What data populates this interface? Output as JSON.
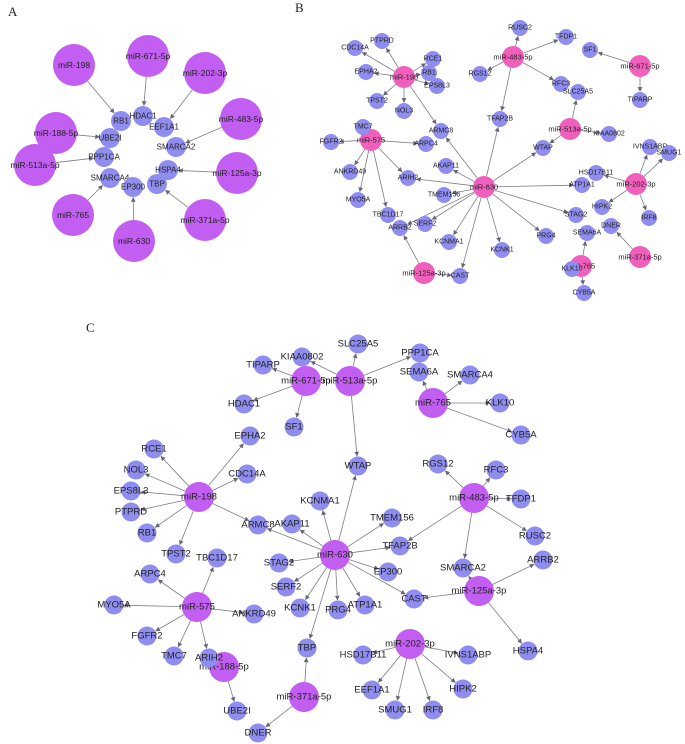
{
  "panels": [
    {
      "letter": "A",
      "nodes": [
        {
          "id": "miR-198",
          "kind": "mirna"
        },
        {
          "id": "miR-671-5p",
          "kind": "mirna"
        },
        {
          "id": "miR-202-3p",
          "kind": "mirna"
        },
        {
          "id": "miR-188-5p",
          "kind": "mirna"
        },
        {
          "id": "miR-483-5p",
          "kind": "mirna"
        },
        {
          "id": "miR-513a-5p",
          "kind": "mirna"
        },
        {
          "id": "miR-125a-3p",
          "kind": "mirna"
        },
        {
          "id": "miR-765",
          "kind": "mirna"
        },
        {
          "id": "miR-630",
          "kind": "mirna"
        },
        {
          "id": "miR-371a-5p",
          "kind": "mirna"
        },
        {
          "id": "RB1",
          "kind": "gene"
        },
        {
          "id": "HDAC1",
          "kind": "gene"
        },
        {
          "id": "EEF1A1",
          "kind": "gene"
        },
        {
          "id": "UBE2I",
          "kind": "gene"
        },
        {
          "id": "PPP1CA",
          "kind": "gene"
        },
        {
          "id": "SMARCA2",
          "kind": "gene"
        },
        {
          "id": "SMARCA4",
          "kind": "gene"
        },
        {
          "id": "HSPA4",
          "kind": "gene"
        },
        {
          "id": "EP300",
          "kind": "gene"
        },
        {
          "id": "TBP",
          "kind": "gene"
        }
      ],
      "edges": [
        [
          "miR-198",
          "RB1"
        ],
        [
          "miR-671-5p",
          "HDAC1"
        ],
        [
          "miR-202-3p",
          "EEF1A1"
        ],
        [
          "miR-188-5p",
          "UBE2I"
        ],
        [
          "miR-483-5p",
          "SMARCA2"
        ],
        [
          "miR-513a-5p",
          "PPP1CA"
        ],
        [
          "miR-125a-3p",
          "HSPA4"
        ],
        [
          "miR-765",
          "SMARCA4"
        ],
        [
          "miR-630",
          "EP300"
        ],
        [
          "miR-371a-5p",
          "TBP"
        ]
      ]
    },
    {
      "letter": "B",
      "nodes": [
        {
          "id": "miR-198",
          "kind": "mirna"
        },
        {
          "id": "miR-483-5p",
          "kind": "mirna"
        },
        {
          "id": "miR-671-5p",
          "kind": "mirna"
        },
        {
          "id": "miR-513a-5p",
          "kind": "mirna"
        },
        {
          "id": "miR-575",
          "kind": "mirna"
        },
        {
          "id": "miR-630",
          "kind": "mirna"
        },
        {
          "id": "miR-202-3p",
          "kind": "mirna"
        },
        {
          "id": "miR-371a-5p",
          "kind": "mirna"
        },
        {
          "id": "miR-765",
          "kind": "mirna"
        },
        {
          "id": "miR-125a-3p",
          "kind": "mirna"
        },
        {
          "id": "PTPRD",
          "kind": "gene"
        },
        {
          "id": "CDC14A",
          "kind": "gene"
        },
        {
          "id": "RCE1",
          "kind": "gene"
        },
        {
          "id": "EPHA2",
          "kind": "gene"
        },
        {
          "id": "EPS8L3",
          "kind": "gene"
        },
        {
          "id": "TPST2",
          "kind": "gene"
        },
        {
          "id": "NOL3",
          "kind": "gene"
        },
        {
          "id": "RB1",
          "kind": "gene"
        },
        {
          "id": "RUSC2",
          "kind": "gene"
        },
        {
          "id": "TFDP1",
          "kind": "gene"
        },
        {
          "id": "RGS12",
          "kind": "gene"
        },
        {
          "id": "RFC3",
          "kind": "gene"
        },
        {
          "id": "SF1",
          "kind": "gene"
        },
        {
          "id": "TIPARP",
          "kind": "gene"
        },
        {
          "id": "SLC25A5",
          "kind": "gene"
        },
        {
          "id": "KIAA0802",
          "kind": "gene"
        },
        {
          "id": "TFAP2B",
          "kind": "gene"
        },
        {
          "id": "ARMC8",
          "kind": "gene"
        },
        {
          "id": "TMC7",
          "kind": "gene"
        },
        {
          "id": "FGFR2",
          "kind": "gene"
        },
        {
          "id": "ARPC4",
          "kind": "gene"
        },
        {
          "id": "ANKRD49",
          "kind": "gene"
        },
        {
          "id": "MYO5A",
          "kind": "gene"
        },
        {
          "id": "TBC1D17",
          "kind": "gene"
        },
        {
          "id": "ARIH2",
          "kind": "gene"
        },
        {
          "id": "AKAP11",
          "kind": "gene"
        },
        {
          "id": "TMEM156",
          "kind": "gene"
        },
        {
          "id": "WTAP",
          "kind": "gene"
        },
        {
          "id": "ATP1A1",
          "kind": "gene"
        },
        {
          "id": "HSD17B11",
          "kind": "gene"
        },
        {
          "id": "IVNS1ABP",
          "kind": "gene"
        },
        {
          "id": "SMUG1",
          "kind": "gene"
        },
        {
          "id": "HIPK2",
          "kind": "gene"
        },
        {
          "id": "IRF8",
          "kind": "gene"
        },
        {
          "id": "DNER",
          "kind": "gene"
        },
        {
          "id": "STAG2",
          "kind": "gene"
        },
        {
          "id": "SERF2",
          "kind": "gene"
        },
        {
          "id": "ARRB2",
          "kind": "gene"
        },
        {
          "id": "KCNMA1",
          "kind": "gene"
        },
        {
          "id": "KCNK1",
          "kind": "gene"
        },
        {
          "id": "PRG4",
          "kind": "gene"
        },
        {
          "id": "SEMA6A",
          "kind": "gene"
        },
        {
          "id": "KLK10",
          "kind": "gene"
        },
        {
          "id": "CYB5A",
          "kind": "gene"
        },
        {
          "id": "CAST",
          "kind": "gene"
        }
      ],
      "edges": [
        [
          "miR-198",
          "PTPRD"
        ],
        [
          "miR-198",
          "CDC14A"
        ],
        [
          "miR-198",
          "RCE1"
        ],
        [
          "miR-198",
          "EPHA2"
        ],
        [
          "miR-198",
          "EPS8L3"
        ],
        [
          "miR-198",
          "TPST2"
        ],
        [
          "miR-198",
          "NOL3"
        ],
        [
          "miR-198",
          "RB1"
        ],
        [
          "miR-198",
          "ARMC8"
        ],
        [
          "miR-483-5p",
          "RUSC2"
        ],
        [
          "miR-483-5p",
          "TFDP1"
        ],
        [
          "miR-483-5p",
          "RGS12"
        ],
        [
          "miR-483-5p",
          "RFC3"
        ],
        [
          "miR-483-5p",
          "TFAP2B"
        ],
        [
          "miR-671-5p",
          "SF1"
        ],
        [
          "miR-671-5p",
          "TIPARP"
        ],
        [
          "miR-513a-5p",
          "SLC25A5"
        ],
        [
          "miR-513a-5p",
          "KIAA0802"
        ],
        [
          "miR-513a-5p",
          "WTAP"
        ],
        [
          "miR-575",
          "TMC7"
        ],
        [
          "miR-575",
          "FGFR2"
        ],
        [
          "miR-575",
          "ARPC4"
        ],
        [
          "miR-575",
          "ANKRD49"
        ],
        [
          "miR-575",
          "MYO5A"
        ],
        [
          "miR-575",
          "TBC1D17"
        ],
        [
          "miR-575",
          "ARIH2"
        ],
        [
          "miR-630",
          "AKAP11"
        ],
        [
          "miR-630",
          "TMEM156"
        ],
        [
          "miR-630",
          "WTAP"
        ],
        [
          "miR-630",
          "ATP1A1"
        ],
        [
          "miR-630",
          "STAG2"
        ],
        [
          "miR-630",
          "PRG4"
        ],
        [
          "miR-630",
          "KCNK1"
        ],
        [
          "miR-630",
          "KCNMA1"
        ],
        [
          "miR-630",
          "SERF2"
        ],
        [
          "miR-630",
          "ARRB2"
        ],
        [
          "miR-630",
          "CAST"
        ],
        [
          "miR-630",
          "ARMC8"
        ],
        [
          "miR-630",
          "TFAP2B"
        ],
        [
          "miR-630",
          "ARIH2"
        ],
        [
          "miR-202-3p",
          "HSD17B11"
        ],
        [
          "miR-202-3p",
          "IVNS1ABP"
        ],
        [
          "miR-202-3p",
          "SMUG1"
        ],
        [
          "miR-202-3p",
          "HIPK2"
        ],
        [
          "miR-202-3p",
          "IRF8"
        ],
        [
          "miR-371a-5p",
          "DNER"
        ],
        [
          "miR-765",
          "SEMA6A"
        ],
        [
          "miR-765",
          "KLK10"
        ],
        [
          "miR-765",
          "CYB5A"
        ],
        [
          "miR-125a-3p",
          "ARRB2"
        ],
        [
          "miR-125a-3p",
          "CAST"
        ]
      ]
    },
    {
      "letter": "C",
      "nodes": [
        {
          "id": "miR-671-5p",
          "kind": "mirna"
        },
        {
          "id": "miR-513a-5p",
          "kind": "mirna"
        },
        {
          "id": "miR-765",
          "kind": "mirna"
        },
        {
          "id": "miR-198",
          "kind": "mirna"
        },
        {
          "id": "miR-483-5p",
          "kind": "mirna"
        },
        {
          "id": "miR-630",
          "kind": "mirna"
        },
        {
          "id": "miR-575",
          "kind": "mirna"
        },
        {
          "id": "miR-125a-3p",
          "kind": "mirna"
        },
        {
          "id": "miR-202-3p",
          "kind": "mirna"
        },
        {
          "id": "miR-188-5p",
          "kind": "mirna"
        },
        {
          "id": "miR-371a-5p",
          "kind": "mirna"
        },
        {
          "id": "TIPARP",
          "kind": "gene"
        },
        {
          "id": "KIAA0802",
          "kind": "gene"
        },
        {
          "id": "SLC25A5",
          "kind": "gene"
        },
        {
          "id": "PPP1CA",
          "kind": "gene"
        },
        {
          "id": "HDAC1",
          "kind": "gene"
        },
        {
          "id": "SF1",
          "kind": "gene"
        },
        {
          "id": "SEMA6A",
          "kind": "gene"
        },
        {
          "id": "SMARCA4",
          "kind": "gene"
        },
        {
          "id": "KLK10",
          "kind": "gene"
        },
        {
          "id": "CYB5A",
          "kind": "gene"
        },
        {
          "id": "EPHA2",
          "kind": "gene"
        },
        {
          "id": "RCE1",
          "kind": "gene"
        },
        {
          "id": "NOL3",
          "kind": "gene"
        },
        {
          "id": "CDC14A",
          "kind": "gene"
        },
        {
          "id": "EPS8L3",
          "kind": "gene"
        },
        {
          "id": "PTPRD",
          "kind": "gene"
        },
        {
          "id": "RB1",
          "kind": "gene"
        },
        {
          "id": "TPST2",
          "kind": "gene"
        },
        {
          "id": "ARMC8",
          "kind": "gene"
        },
        {
          "id": "WTAP",
          "kind": "gene"
        },
        {
          "id": "KCNMA1",
          "kind": "gene"
        },
        {
          "id": "TMEM156",
          "kind": "gene"
        },
        {
          "id": "AKAP11",
          "kind": "gene"
        },
        {
          "id": "RGS12",
          "kind": "gene"
        },
        {
          "id": "RFC3",
          "kind": "gene"
        },
        {
          "id": "TFDP1",
          "kind": "gene"
        },
        {
          "id": "RUSC2",
          "kind": "gene"
        },
        {
          "id": "TFAP2B",
          "kind": "gene"
        },
        {
          "id": "SMARCA2",
          "kind": "gene"
        },
        {
          "id": "TBC1D17",
          "kind": "gene"
        },
        {
          "id": "ARPC4",
          "kind": "gene"
        },
        {
          "id": "MYO5A",
          "kind": "gene"
        },
        {
          "id": "ANKRD49",
          "kind": "gene"
        },
        {
          "id": "FGFR2",
          "kind": "gene"
        },
        {
          "id": "TMC7",
          "kind": "gene"
        },
        {
          "id": "ARIH2",
          "kind": "gene"
        },
        {
          "id": "STAG2",
          "kind": "gene"
        },
        {
          "id": "SERF2",
          "kind": "gene"
        },
        {
          "id": "EP300",
          "kind": "gene"
        },
        {
          "id": "CAST",
          "kind": "gene"
        },
        {
          "id": "KCNK1",
          "kind": "gene"
        },
        {
          "id": "PRG4",
          "kind": "gene"
        },
        {
          "id": "ATP1A1",
          "kind": "gene"
        },
        {
          "id": "ARRB2",
          "kind": "gene"
        },
        {
          "id": "HSPA4",
          "kind": "gene"
        },
        {
          "id": "TBP",
          "kind": "gene"
        },
        {
          "id": "UBE2I",
          "kind": "gene"
        },
        {
          "id": "DNER",
          "kind": "gene"
        },
        {
          "id": "HSD17B11",
          "kind": "gene"
        },
        {
          "id": "IVNS1ABP",
          "kind": "gene"
        },
        {
          "id": "EEF1A1",
          "kind": "gene"
        },
        {
          "id": "HIPK2",
          "kind": "gene"
        },
        {
          "id": "SMUG1",
          "kind": "gene"
        },
        {
          "id": "IRF8",
          "kind": "gene"
        }
      ],
      "edges": [
        [
          "miR-671-5p",
          "TIPARP"
        ],
        [
          "miR-671-5p",
          "HDAC1"
        ],
        [
          "miR-671-5p",
          "SF1"
        ],
        [
          "miR-513a-5p",
          "KIAA0802"
        ],
        [
          "miR-513a-5p",
          "SLC25A5"
        ],
        [
          "miR-513a-5p",
          "PPP1CA"
        ],
        [
          "miR-513a-5p",
          "WTAP"
        ],
        [
          "miR-765",
          "SEMA6A"
        ],
        [
          "miR-765",
          "SMARCA4"
        ],
        [
          "miR-765",
          "KLK10"
        ],
        [
          "miR-765",
          "CYB5A"
        ],
        [
          "miR-198",
          "EPHA2"
        ],
        [
          "miR-198",
          "RCE1"
        ],
        [
          "miR-198",
          "NOL3"
        ],
        [
          "miR-198",
          "CDC14A"
        ],
        [
          "miR-198",
          "EPS8L3"
        ],
        [
          "miR-198",
          "PTPRD"
        ],
        [
          "miR-198",
          "RB1"
        ],
        [
          "miR-198",
          "TPST2"
        ],
        [
          "miR-198",
          "ARMC8"
        ],
        [
          "miR-483-5p",
          "RGS12"
        ],
        [
          "miR-483-5p",
          "RFC3"
        ],
        [
          "miR-483-5p",
          "TFDP1"
        ],
        [
          "miR-483-5p",
          "RUSC2"
        ],
        [
          "miR-483-5p",
          "SMARCA2"
        ],
        [
          "miR-483-5p",
          "TFAP2B"
        ],
        [
          "miR-630",
          "ARMC8"
        ],
        [
          "miR-630",
          "WTAP"
        ],
        [
          "miR-630",
          "KCNMA1"
        ],
        [
          "miR-630",
          "TMEM156"
        ],
        [
          "miR-630",
          "AKAP11"
        ],
        [
          "miR-630",
          "TFAP2B"
        ],
        [
          "miR-630",
          "STAG2"
        ],
        [
          "miR-630",
          "SERF2"
        ],
        [
          "miR-630",
          "EP300"
        ],
        [
          "miR-630",
          "CAST"
        ],
        [
          "miR-630",
          "KCNK1"
        ],
        [
          "miR-630",
          "PRG4"
        ],
        [
          "miR-630",
          "ATP1A1"
        ],
        [
          "miR-630",
          "TBP"
        ],
        [
          "miR-575",
          "TBC1D17"
        ],
        [
          "miR-575",
          "ARPC4"
        ],
        [
          "miR-575",
          "MYO5A"
        ],
        [
          "miR-575",
          "ANKRD49"
        ],
        [
          "miR-575",
          "FGFR2"
        ],
        [
          "miR-575",
          "TMC7"
        ],
        [
          "miR-575",
          "ARIH2"
        ],
        [
          "miR-125a-3p",
          "CAST"
        ],
        [
          "miR-125a-3p",
          "SMARCA2"
        ],
        [
          "miR-125a-3p",
          "ARRB2"
        ],
        [
          "miR-125a-3p",
          "HSPA4"
        ],
        [
          "miR-202-3p",
          "HSD17B11"
        ],
        [
          "miR-202-3p",
          "IVNS1ABP"
        ],
        [
          "miR-202-3p",
          "EEF1A1"
        ],
        [
          "miR-202-3p",
          "HIPK2"
        ],
        [
          "miR-202-3p",
          "SMUG1"
        ],
        [
          "miR-202-3p",
          "IRF8"
        ],
        [
          "miR-188-5p",
          "UBE2I"
        ],
        [
          "miR-371a-5p",
          "TBP"
        ],
        [
          "miR-371a-5p",
          "DNER"
        ]
      ]
    }
  ],
  "colors": {
    "panelA_mirna": "#c25ef2",
    "panelB_mirna": "#f05fbc",
    "panelC_mirna": "#c25ef2",
    "gene": "#8f8ef0",
    "edge": "#7d7d8c"
  }
}
